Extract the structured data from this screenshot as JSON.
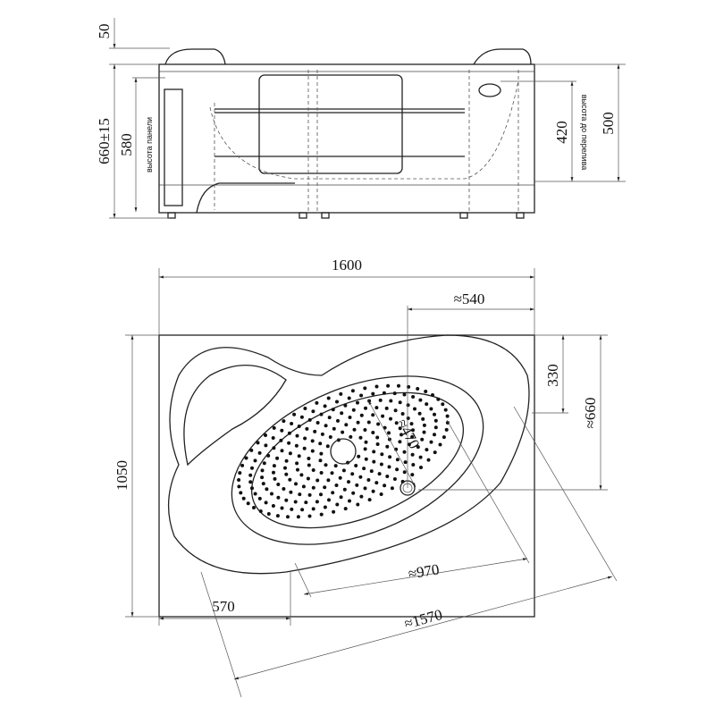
{
  "side_view": {
    "dim_top_gap": "50",
    "dim_total_height": "660±15",
    "dim_panel_height": "580",
    "panel_height_label": "высота панели",
    "dim_overflow_height": "420",
    "overflow_height_label": "высота до перелива",
    "dim_rim_height": "500"
  },
  "top_view": {
    "dim_length": "1600",
    "dim_drain_offset": "≈540",
    "dim_drain_depth": "330",
    "dim_right_depth": "≈660",
    "dim_width": "1050",
    "dim_inner_width": "≈470",
    "dim_inner_length": "≈970",
    "dim_diagonal": "≈1570",
    "dim_left_offset": "570"
  }
}
